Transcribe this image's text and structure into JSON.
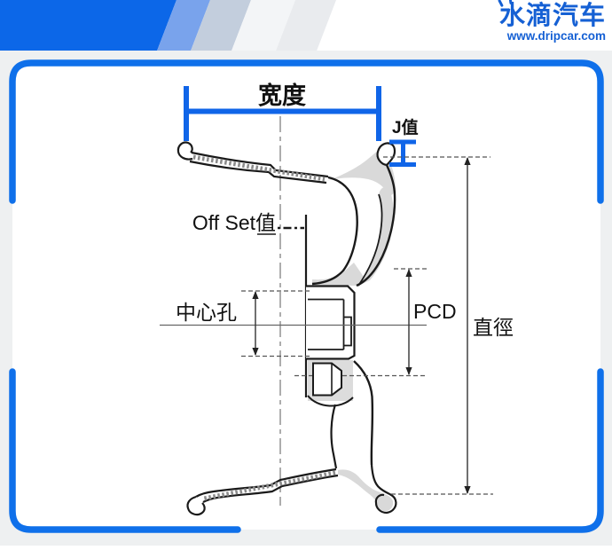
{
  "header": {
    "brand": "水滴汽车",
    "website": "www.dripcar.com",
    "brand_color": "#1560d4",
    "banner_blue": "#0c67e8"
  },
  "diagram": {
    "frame_color": "#0f70ea",
    "dimension_blue": "#1065e8",
    "drawing_line_color": "#1a1a1a",
    "material_fill": "#d9d9d9",
    "labels": {
      "width": "宽度",
      "j_value": "J值",
      "offset": "Off Set值",
      "center_bore": "中心孔",
      "pcd": "PCD",
      "diameter": "直徑"
    }
  }
}
